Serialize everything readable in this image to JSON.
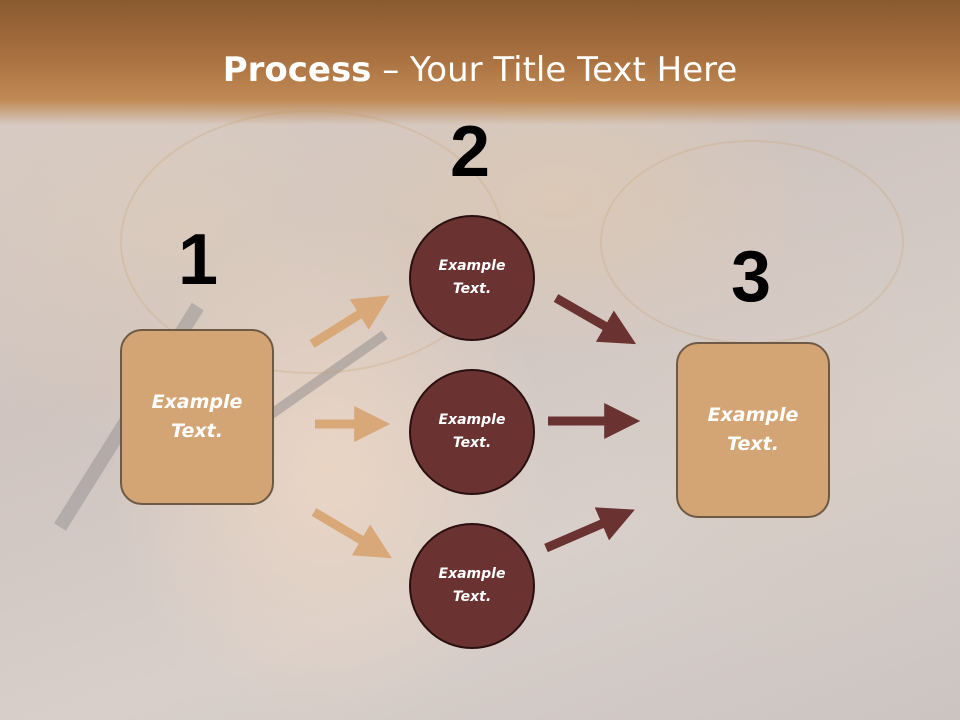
{
  "title": {
    "bold": "Process",
    "rest": " – Your Title Text Here"
  },
  "steps": [
    {
      "number": "1",
      "text": "Example Text."
    },
    {
      "number": "2",
      "items": [
        {
          "text": "Example Text."
        },
        {
          "text": "Example Text."
        },
        {
          "text": "Example Text."
        }
      ]
    },
    {
      "number": "3",
      "text": "Example Text."
    }
  ],
  "colors": {
    "header": "#a8703f",
    "box_fill": "#d4a574",
    "circle_fill": "#6b3232",
    "arrow_light": "#d9a878",
    "arrow_dark": "#6b3232"
  }
}
